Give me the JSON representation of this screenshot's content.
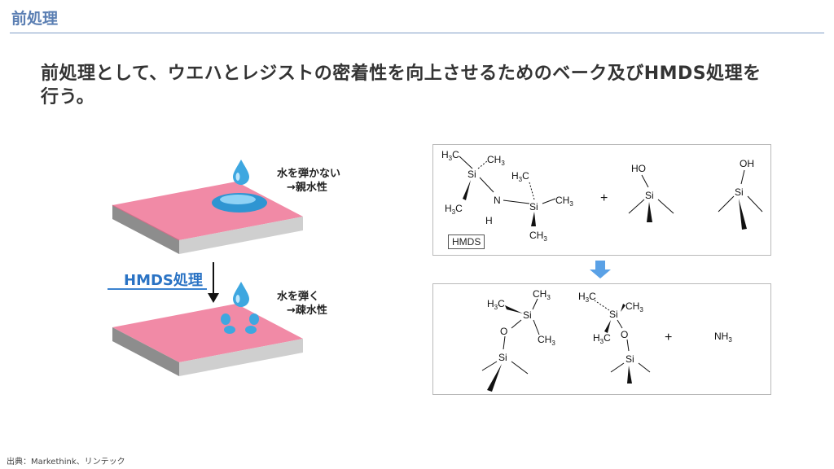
{
  "slide": {
    "title": "前処理",
    "headline": "前処理として、ウエハとレジストの密着性を向上させるためのベーク及びHMDS処理を行う。",
    "source": "出典：Markethink、リンテック"
  },
  "left_diagram": {
    "top_label_line1": "水を弾かない",
    "top_label_line2": "→親水性",
    "process_label": "HMDS処理",
    "bottom_label_line1": "水を弾く",
    "bottom_label_line2": "→疎水性",
    "colors": {
      "wafer_top": "#f18aa6",
      "wafer_side": "#c9c9c9",
      "water": "#3ea7e0"
    }
  },
  "reaction": {
    "hmds_tag": "HMDS",
    "plus": "+",
    "arrow_color": "#5aa1e6"
  }
}
